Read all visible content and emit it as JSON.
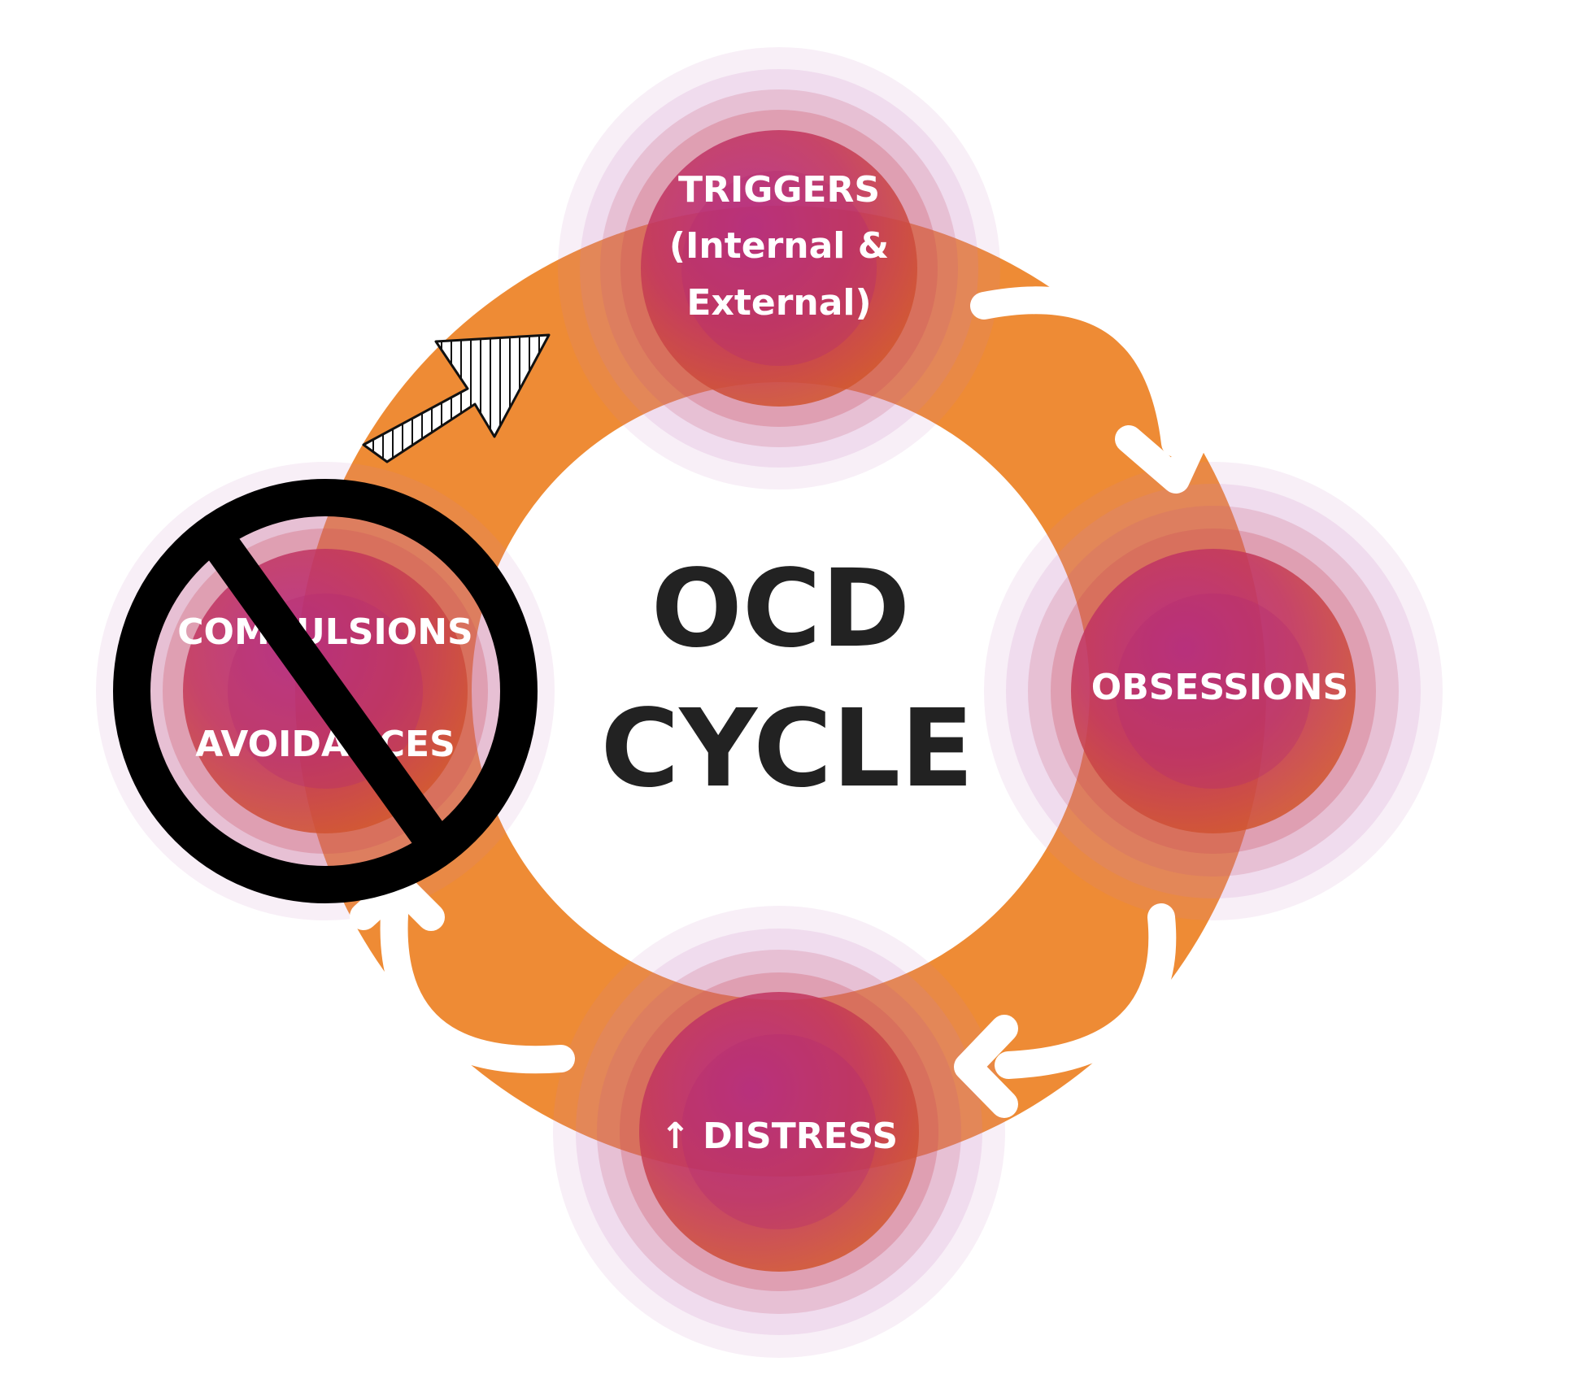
{
  "diagram": {
    "center_title": {
      "line1": "OCD",
      "line2": "CYCLE"
    },
    "nodes": {
      "triggers": {
        "line1": "TRIGGERS",
        "line2": "(Internal &",
        "line3": "External)"
      },
      "obsessions": {
        "line1": "OBSESSIONS"
      },
      "distress": {
        "line1": "↑ DISTRESS"
      },
      "compulsions": {
        "line1": "COMPULSIONS",
        "line2": "AVOIDANCES"
      }
    },
    "colors": {
      "ring": "#ee8b35",
      "node_center": "#b52a8a",
      "node_edge": "#d2572a",
      "halo": "#c47dbf",
      "arrow": "#ffffff",
      "prohibition": "#000000",
      "title": "#222222"
    },
    "icons": {
      "flow_arrows": "curved-arrow-icon",
      "prohibition": "no-symbol-icon",
      "hatched_arrow": "hatched-arrow-icon"
    }
  }
}
